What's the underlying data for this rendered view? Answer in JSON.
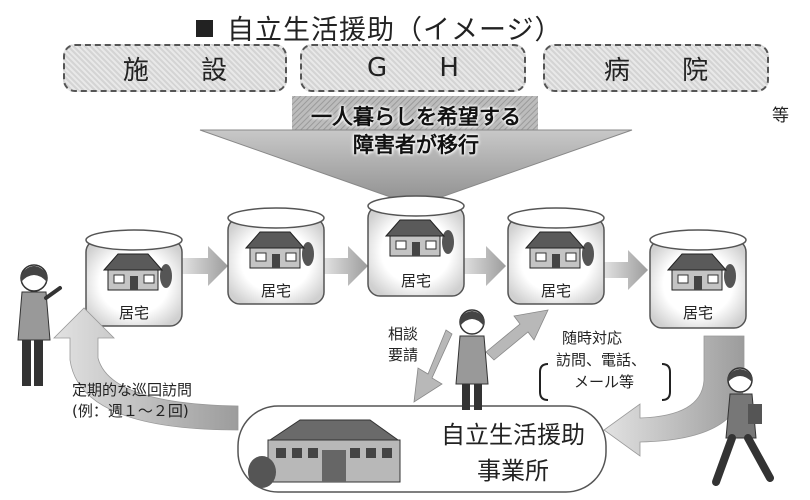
{
  "title": "自立生活援助（イメージ）",
  "facilities": [
    "施 設",
    "G H",
    "病 院"
  ],
  "facilities_suffix": "等",
  "transition_text": [
    "一人暮らしを希望する",
    "障害者が移行"
  ],
  "house_label": "居宅",
  "consult_request": [
    "相談",
    "要請"
  ],
  "on_demand": [
    "随時対応",
    "訪問、電話、",
    "メール等"
  ],
  "regular_visit": [
    "定期的な巡回訪問",
    "(例：週１～２回)"
  ],
  "office_name": [
    "自立生活援助",
    "事業所"
  ],
  "colors": {
    "arrow": "#a8a8a8",
    "facility_fill": "#dcdcdc",
    "text": "#222222"
  },
  "icons": [
    "house-icon",
    "office-building-icon",
    "staff-woman-icon",
    "walking-staff-icon"
  ]
}
